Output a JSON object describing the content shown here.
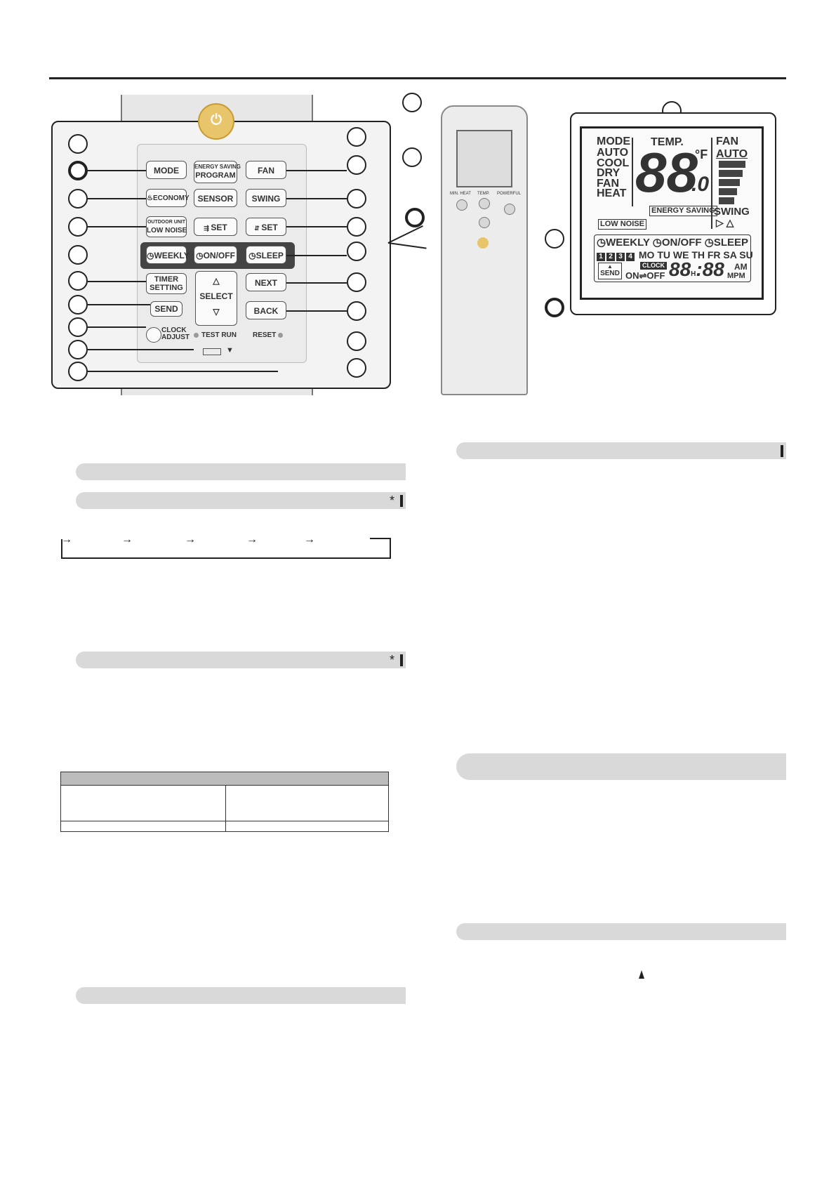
{
  "left_remote": {
    "buttons": {
      "mode": "MODE",
      "program_top": "ENERGY SAVING",
      "program_bottom": "PROGRAM",
      "fan": "FAN",
      "economy": "ECONOMY",
      "sensor": "SENSOR",
      "swing": "SWING",
      "low_noise_top": "OUTDOOR UNIT",
      "low_noise_bottom": "LOW NOISE",
      "set_vertical": "SET",
      "set_horizontal": "SET",
      "weekly": "WEEKLY",
      "on_off": "ON/OFF",
      "sleep": "SLEEP",
      "timer_top": "TIMER",
      "timer_bottom": "SETTING",
      "select_up": "△",
      "select": "SELECT",
      "select_down": "▽",
      "next": "NEXT",
      "send": "SEND",
      "back": "BACK",
      "clock_top": "CLOCK",
      "clock_bottom": "ADJUST",
      "test_run": "TEST RUN",
      "reset": "RESET"
    }
  },
  "right_remote": {
    "labels": {
      "min_heat": "MIN. HEAT",
      "temp": "TEMP.",
      "powerful": "POWERFUL"
    }
  },
  "lcd": {
    "mode_title": "MODE",
    "modes": [
      "AUTO",
      "COOL",
      "DRY",
      "FAN",
      "HEAT"
    ],
    "temp_title": "TEMP.",
    "temp_digits": "88",
    "temp_decimal": ".0",
    "temp_unit": "°F",
    "fan_title": "FAN",
    "fan_auto": "AUTO",
    "energy_saving": "ENERGY SAVING",
    "swing": "SWING",
    "low_noise": "LOW NOISE",
    "weekly": "WEEKLY",
    "on_off": "ON/OFF",
    "sleep": "SLEEP",
    "day_nums": [
      "1",
      "2",
      "3",
      "4"
    ],
    "days": "MO TU WE TH FR SA SU",
    "send_arrow": "▲",
    "send": "SEND",
    "clock": "CLOCK",
    "on": "ON",
    "off": "OFF",
    "time_hours": "88",
    "time_h": "H",
    "time_colon": ":",
    "time_minutes": "88",
    "am": "AM",
    "pm": "PM",
    "m": "M"
  },
  "sections": {
    "mark": "*"
  }
}
